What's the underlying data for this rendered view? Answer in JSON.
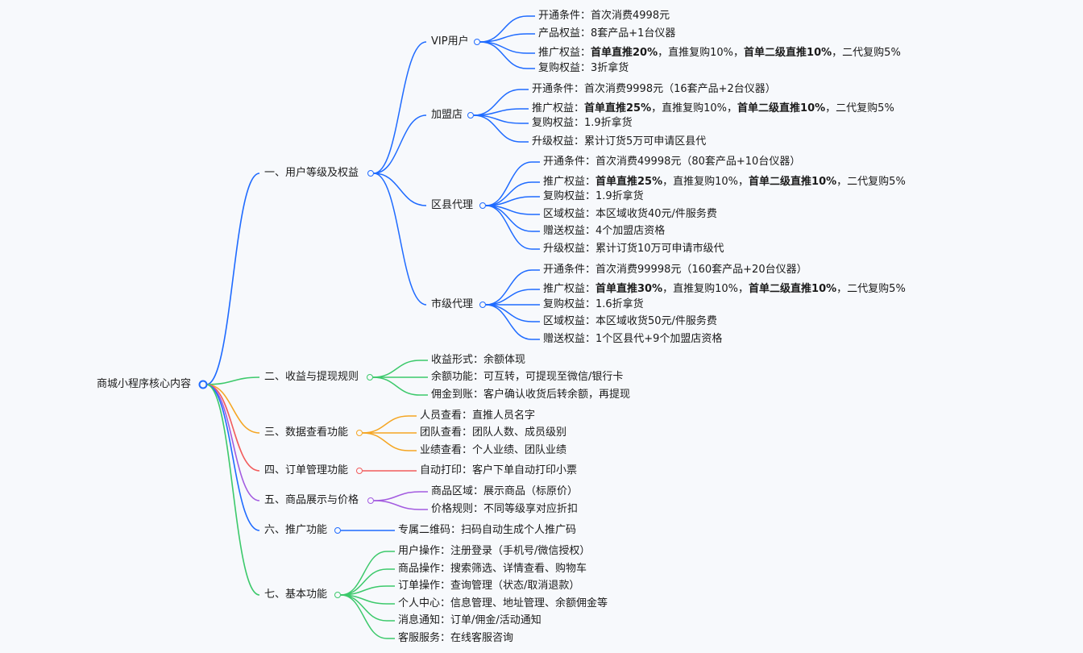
{
  "mindmap": {
    "root": {
      "label": "商城小程序核心内容",
      "color": "#1f6bff",
      "children": [
        {
          "label": "一、用户等级及权益",
          "color": "#1f6bff",
          "children": [
            {
              "label": "VIP用户",
              "children": [
                {
                  "label": "开通条件：首次消费4998元"
                },
                {
                  "label": "产品权益：8套产品+1台仪器"
                },
                {
                  "label": "推广权益：",
                  "rich": [
                    [
                      "首单直推20%",
                      true
                    ],
                    [
                      "，直推复购10%，",
                      false
                    ],
                    [
                      "首单二级直推10%",
                      true
                    ],
                    [
                      "，二代复购5%",
                      false
                    ]
                  ]
                },
                {
                  "label": "复购权益：3折拿货"
                }
              ]
            },
            {
              "label": "加盟店",
              "children": [
                {
                  "label": "开通条件：首次消费9998元（16套产品+2台仪器）"
                },
                {
                  "label": "推广权益：",
                  "rich": [
                    [
                      "首单直推25%",
                      true
                    ],
                    [
                      "，直推复购10%，",
                      false
                    ],
                    [
                      "首单二级直推10%",
                      true
                    ],
                    [
                      "，二代复购5%",
                      false
                    ]
                  ]
                },
                {
                  "label": "复购权益：1.9折拿货"
                },
                {
                  "label": "升级权益：累计订货5万可申请区县代"
                }
              ]
            },
            {
              "label": "区县代理",
              "children": [
                {
                  "label": "开通条件：首次消费49998元（80套产品+10台仪器）"
                },
                {
                  "label": "推广权益：",
                  "rich": [
                    [
                      "首单直推25%",
                      true
                    ],
                    [
                      "，直推复购10%，",
                      false
                    ],
                    [
                      "首单二级直推10%",
                      true
                    ],
                    [
                      "，二代复购5%",
                      false
                    ]
                  ]
                },
                {
                  "label": "复购权益：1.9折拿货"
                },
                {
                  "label": "区域权益：本区域收货40元/件服务费"
                },
                {
                  "label": "赠送权益：4个加盟店资格"
                },
                {
                  "label": "升级权益：累计订货10万可申请市级代"
                }
              ]
            },
            {
              "label": "市级代理",
              "children": [
                {
                  "label": "开通条件：首次消费99998元（160套产品+20台仪器）"
                },
                {
                  "label": "推广权益：",
                  "rich": [
                    [
                      "首单直推30%",
                      true
                    ],
                    [
                      "，直推复购10%，",
                      false
                    ],
                    [
                      "首单二级直推10%",
                      true
                    ],
                    [
                      "，二代复购5%",
                      false
                    ]
                  ]
                },
                {
                  "label": "复购权益：1.6折拿货"
                },
                {
                  "label": "区域权益：本区域收货50元/件服务费"
                },
                {
                  "label": "赠送权益：1个区县代+9个加盟店资格"
                }
              ]
            }
          ]
        },
        {
          "label": "二、收益与提现规则",
          "color": "#3cc96b",
          "children": [
            {
              "label": "收益形式：余额体现"
            },
            {
              "label": "余额功能：可互转，可提现至微信/银行卡"
            },
            {
              "label": "佣金到账：客户确认收货后转余额，再提现"
            }
          ]
        },
        {
          "label": "三、数据查看功能",
          "color": "#f5a623",
          "children": [
            {
              "label": "人员查看：直推人员名字"
            },
            {
              "label": "团队查看：团队人数、成员级别"
            },
            {
              "label": "业绩查看：个人业绩、团队业绩"
            }
          ]
        },
        {
          "label": "四、订单管理功能",
          "color": "#f25c5c",
          "children": [
            {
              "label": "自动打印：客户下单自动打印小票"
            }
          ]
        },
        {
          "label": "五、商品展示与价格",
          "color": "#a35be0",
          "children": [
            {
              "label": "商品区域：展示商品（标原价）"
            },
            {
              "label": "价格规则：不同等级享对应折扣"
            }
          ]
        },
        {
          "label": "六、推广功能",
          "color": "#1f6bff",
          "children": [
            {
              "label": "专属二维码：扫码自动生成个人推广码"
            }
          ]
        },
        {
          "label": "七、基本功能",
          "color": "#3cc96b",
          "children": [
            {
              "label": "用户操作：注册登录（手机号/微信授权）"
            },
            {
              "label": "商品操作：搜索筛选、详情查看、购物车"
            },
            {
              "label": "订单操作：查询管理（状态/取消退款）"
            },
            {
              "label": "个人中心：信息管理、地址管理、余额佣金等"
            },
            {
              "label": "消息通知：订单/佣金/活动通知"
            },
            {
              "label": "客服服务：在线客服咨询"
            }
          ]
        }
      ]
    }
  }
}
